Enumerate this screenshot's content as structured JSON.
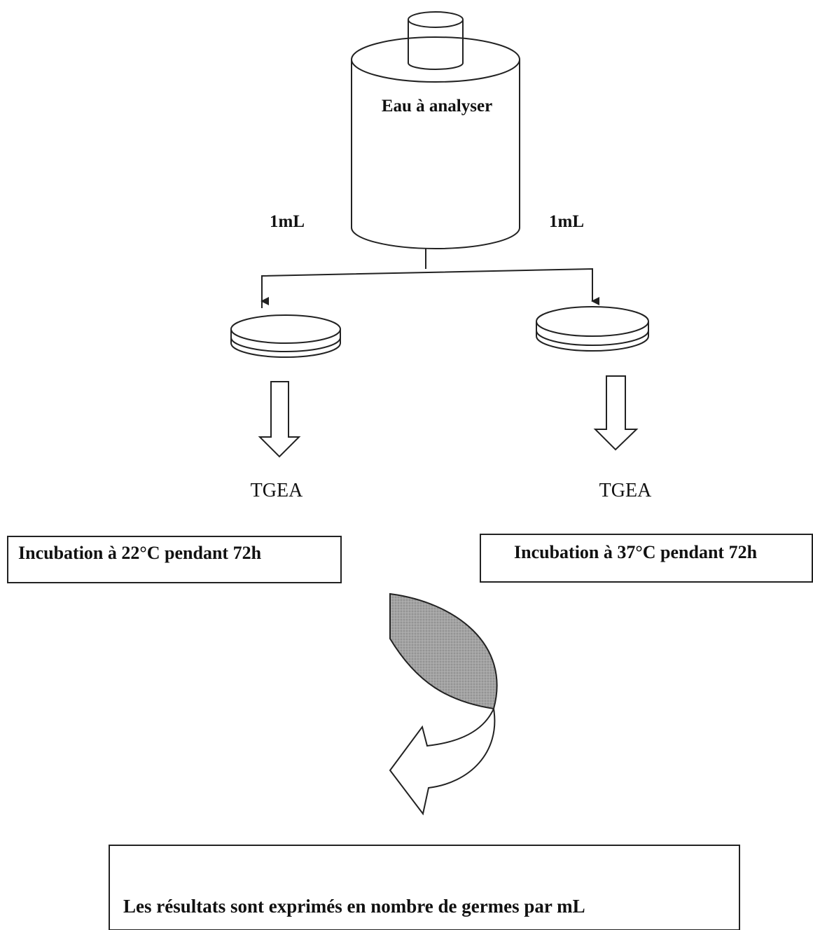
{
  "flask": {
    "label": "Eau à analyser"
  },
  "volumes": {
    "left": "1mL",
    "right": "1mL"
  },
  "media": {
    "left": "TGEA",
    "right": "TGEA"
  },
  "incubation": {
    "left": "Incubation à 22°C pendant 72h",
    "right": "Incubation à 37°C pendant 72h"
  },
  "result": {
    "text": "Les résultats sont exprimés en nombre de germes par mL"
  },
  "colors": {
    "line": "#222222",
    "curve_fill": "#9a9a9a",
    "background": "#ffffff"
  }
}
